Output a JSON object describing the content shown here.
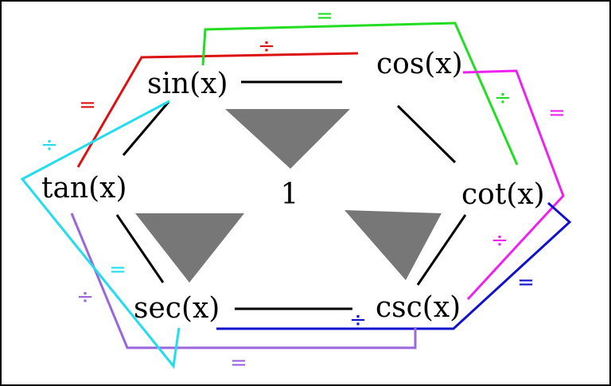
{
  "functions": {
    "sin": "sin(x)",
    "cos": "cos(x)",
    "tan": "tan(x)",
    "cot": "cot(x)",
    "sec": "sec(x)",
    "csc": "csc(x)",
    "center": "1"
  },
  "operators": {
    "eq": "=",
    "div": "÷"
  },
  "colors": {
    "red": "#dd1111",
    "green": "#22dd22",
    "magenta": "#ee22ee",
    "blue": "#1111cc",
    "purple": "#9966dd",
    "cyan": "#22ddee",
    "gray": "#7a7a7a",
    "black": "#000000"
  }
}
